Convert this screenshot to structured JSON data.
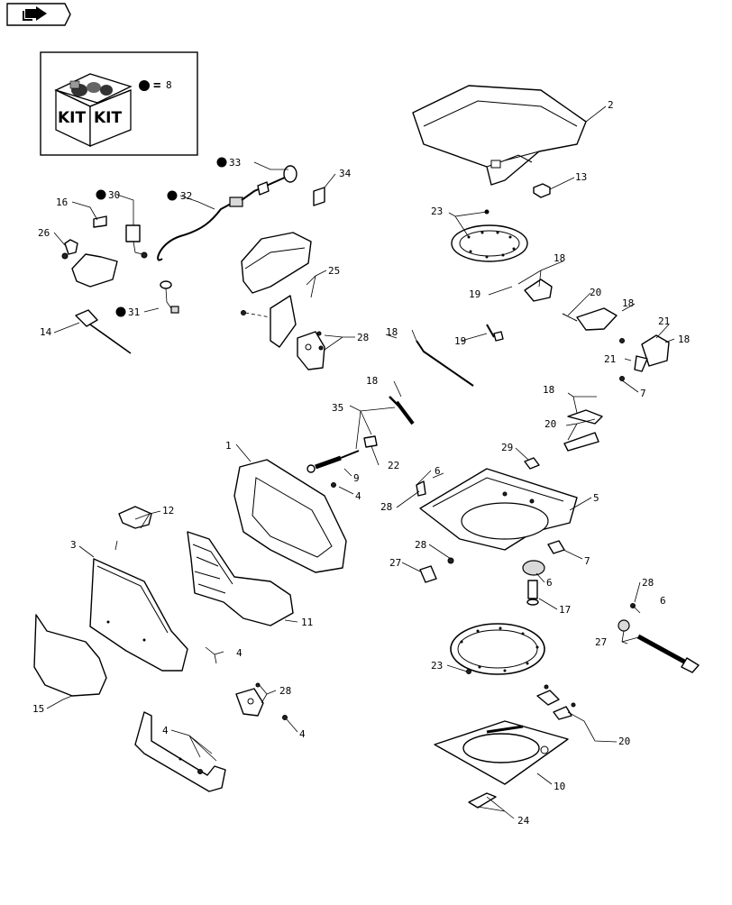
{
  "nav": {
    "icon": "next-page-arrow-icon"
  },
  "kit_box": {
    "left_word": "KIT",
    "right_word": "KIT",
    "equals": "=",
    "ref": "8"
  },
  "callouts": {
    "c1": "1",
    "c2": "2",
    "c3": "3",
    "c4a": "4",
    "c4b": "4",
    "c4c": "4",
    "c4d": "4",
    "c5": "5",
    "c6a": "6",
    "c6b": "6",
    "c6c": "6",
    "c7a": "7",
    "c7b": "7",
    "c9": "9",
    "c10": "10",
    "c11": "11",
    "c12": "12",
    "c13": "13",
    "c14": "14",
    "c15": "15",
    "c16": "16",
    "c17": "17",
    "c18a": "18",
    "c18b": "18",
    "c18c": "18",
    "c18d": "18",
    "c18e": "18",
    "c18f": "18",
    "c19a": "19",
    "c19b": "19",
    "c20a": "20",
    "c20b": "20",
    "c20c": "20",
    "c21a": "21",
    "c21b": "21",
    "c22": "22",
    "c23a": "23",
    "c23b": "23",
    "c24": "24",
    "c25": "25",
    "c26": "26",
    "c27a": "27",
    "c27b": "27",
    "c28a": "28",
    "c28b": "28",
    "c28c": "28",
    "c28d": "28",
    "c28e": "28",
    "c29": "29",
    "c30": "30",
    "c31": "31",
    "c32": "32",
    "c33": "33",
    "c34": "34",
    "c35": "35"
  }
}
